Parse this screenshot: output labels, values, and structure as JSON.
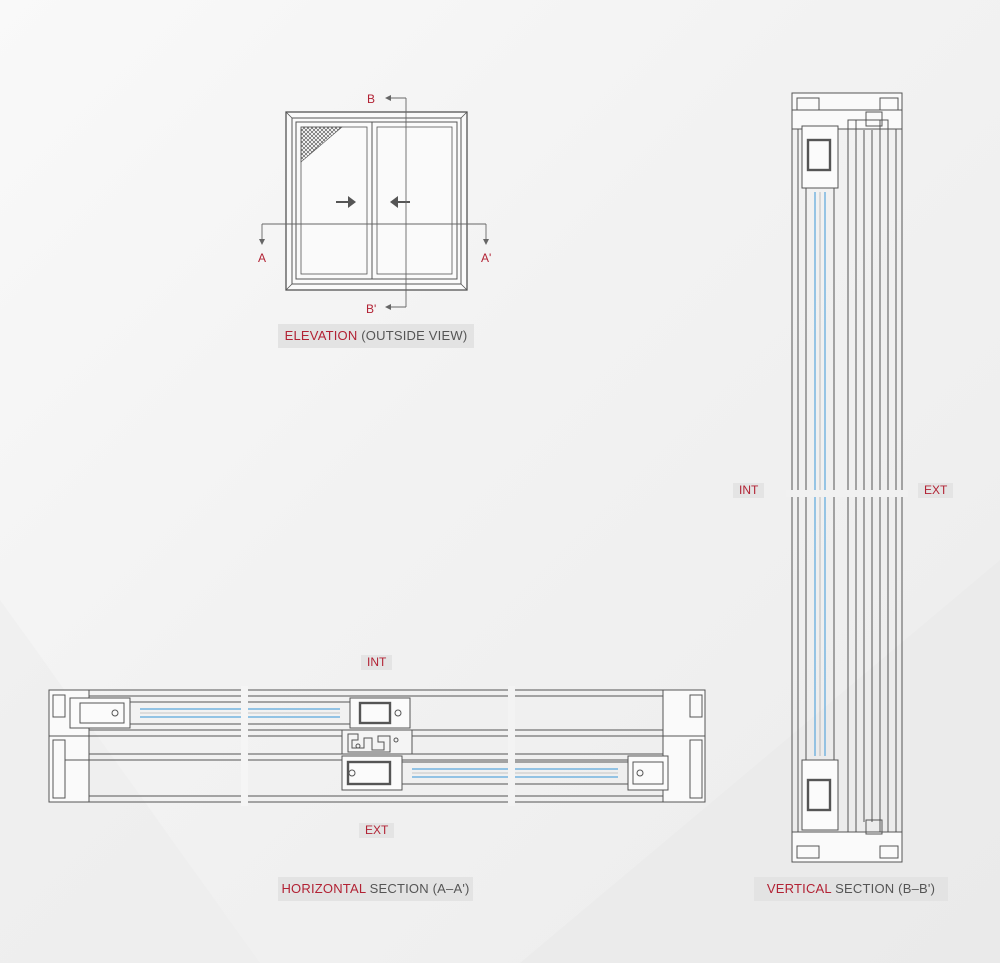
{
  "colors": {
    "accent": "#b22234",
    "line": "#555555",
    "glass": "#5aa7dc",
    "caption_bg": "#e3e3e3"
  },
  "elevation": {
    "caption_highlight": "ELEVATION",
    "caption_rest": " (OUTSIDE VIEW)",
    "cut_a": "A",
    "cut_a_prime": "A'",
    "cut_b": "B",
    "cut_b_prime": "B'"
  },
  "horizontal": {
    "caption_highlight": "HORIZONTAL",
    "caption_rest": " SECTION (A–A')",
    "int_label": "INT",
    "ext_label": "EXT"
  },
  "vertical": {
    "caption_highlight": "VERTICAL",
    "caption_rest": " SECTION (B–B')",
    "int_label": "INT",
    "ext_label": "EXT"
  }
}
